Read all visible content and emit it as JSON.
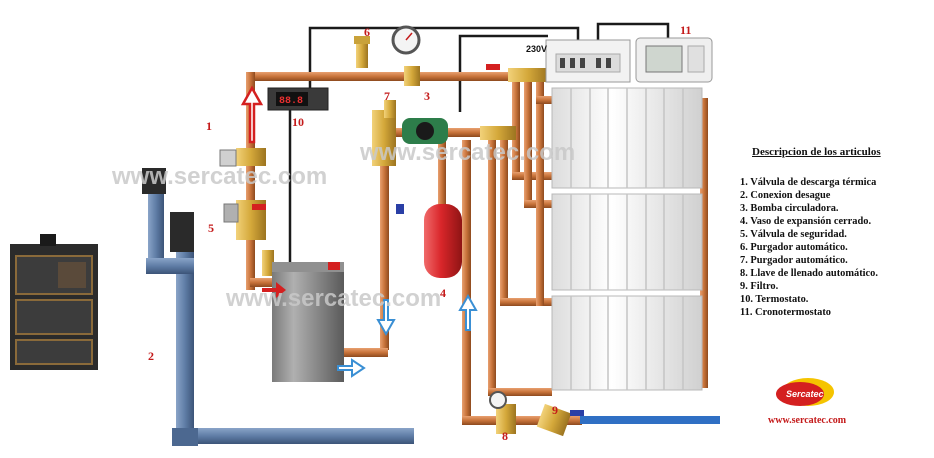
{
  "callouts": {
    "c1": "1",
    "c2": "2",
    "c3": "3",
    "c4": "4",
    "c5": "5",
    "c6": "6",
    "c7": "7",
    "c8": "8",
    "c9": "9",
    "c10": "10",
    "c11": "11"
  },
  "watermark": "www.sercatec.com",
  "voltage_label": "230V",
  "thermostat_display": "88.8",
  "legend": {
    "title": "Descripcion de los articulos",
    "items": [
      "1. Válvula de descarga térmica",
      "2. Conexion desague",
      "3. Bomba circuladora.",
      "4. Vaso de expansión cerrado.",
      "5. Válvula de seguridad.",
      "6. Purgador automático.",
      "7. Purgador automático.",
      "8. Llave de llenado automático.",
      "9. Filtro.",
      "10. Termostato.",
      "11. Cronotermostato"
    ]
  },
  "brand": {
    "logo_text": "Sercatec",
    "url": "www.sercatec.com"
  },
  "colors": {
    "copper": "#c8733a",
    "drain_pipe": "#5f7da6",
    "wire": "#1a1a1a",
    "flow_arrow_red": "#d42020",
    "flow_arrow_blue": "#3a8fd4",
    "expansion_vessel": "#d9262a",
    "radiator": "#f2f2f2",
    "callout_red": "#c41a1a"
  }
}
